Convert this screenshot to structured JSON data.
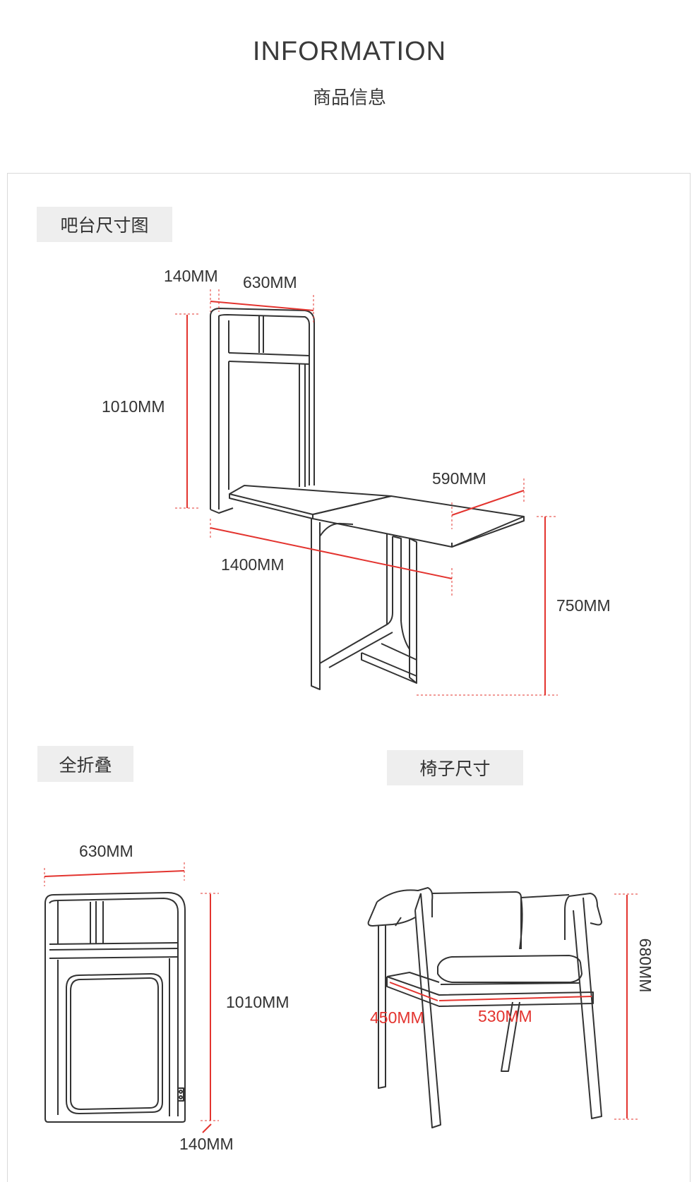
{
  "header": {
    "title_en": "INFORMATION",
    "title_cn": "商品信息"
  },
  "sections": {
    "bar": {
      "label": "吧台尺寸图"
    },
    "folded": {
      "label": "全折叠"
    },
    "chair": {
      "label": "椅子尺寸"
    }
  },
  "dimensions": {
    "bar": {
      "depth": "140MM",
      "width": "630MM",
      "height": "1010MM",
      "leaf": "590MM",
      "length": "1400MM",
      "table_height": "750MM"
    },
    "folded": {
      "width": "630MM",
      "height": "1010MM",
      "depth": "140MM"
    },
    "chair": {
      "depth": "450MM",
      "width": "530MM",
      "height": "680MM"
    }
  },
  "colors": {
    "dimension_line": "#e3342f",
    "line_art": "#333333",
    "tag_bg": "#eeeeee"
  }
}
